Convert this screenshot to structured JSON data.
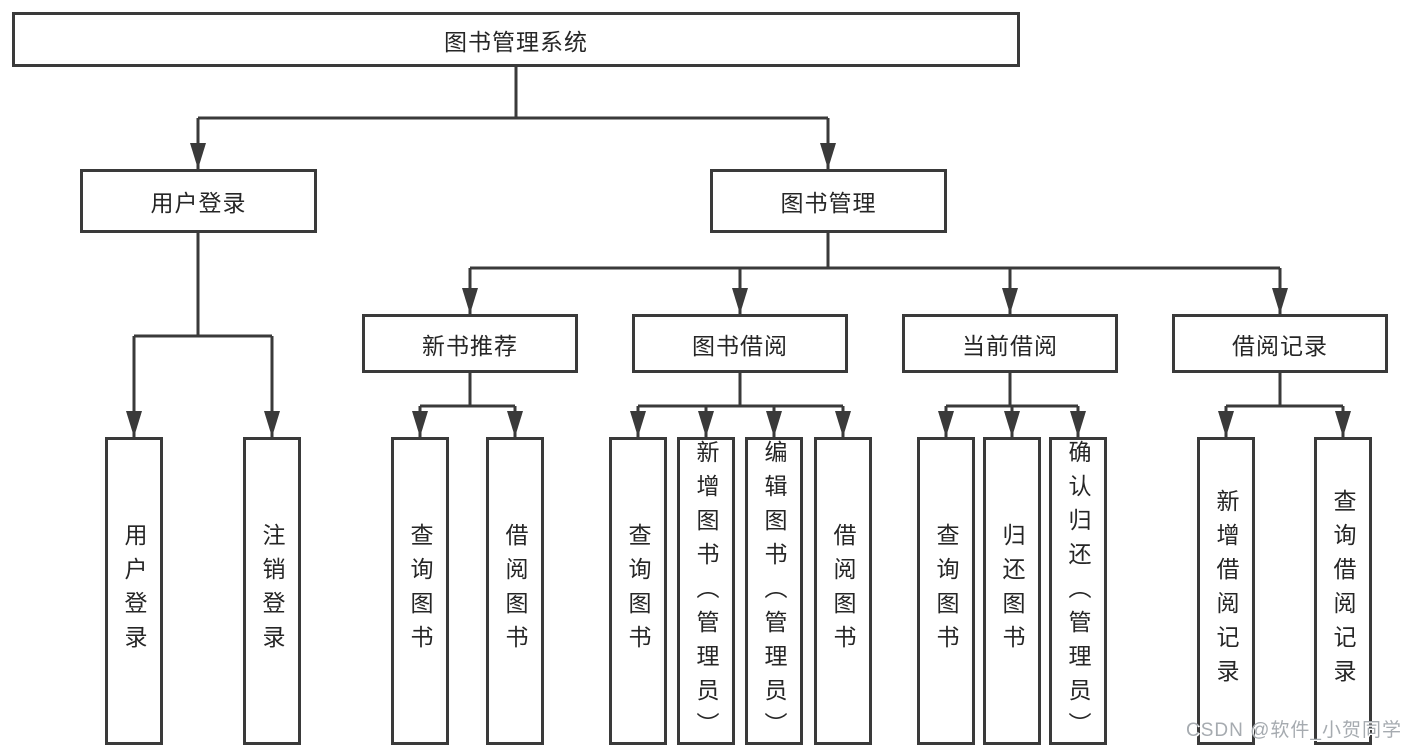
{
  "diagram": {
    "root": {
      "label": "图书管理系统"
    },
    "branches": [
      {
        "label": "用户登录",
        "children": [
          {
            "label": "用户登录"
          },
          {
            "label": "注销登录"
          }
        ]
      },
      {
        "label": "图书管理",
        "children": [
          {
            "label": "新书推荐",
            "children": [
              {
                "label": "查询图书"
              },
              {
                "label": "借阅图书"
              }
            ]
          },
          {
            "label": "图书借阅",
            "children": [
              {
                "label": "查询图书"
              },
              {
                "label": "新增图书（管理员）"
              },
              {
                "label": "编辑图书（管理员）"
              },
              {
                "label": "借阅图书"
              }
            ]
          },
          {
            "label": "当前借阅",
            "children": [
              {
                "label": "查询图书"
              },
              {
                "label": "归还图书"
              },
              {
                "label": "确认归还（管理员）"
              }
            ]
          },
          {
            "label": "借阅记录",
            "children": [
              {
                "label": "新增借阅记录"
              },
              {
                "label": "查询借阅记录"
              }
            ]
          }
        ]
      }
    ]
  },
  "watermark": {
    "text": "CSDN @软件_小贺同学"
  },
  "colors": {
    "line": "#3a3a3a",
    "text": "#262626",
    "background": "#ffffff",
    "watermark": "#a6abb0"
  }
}
